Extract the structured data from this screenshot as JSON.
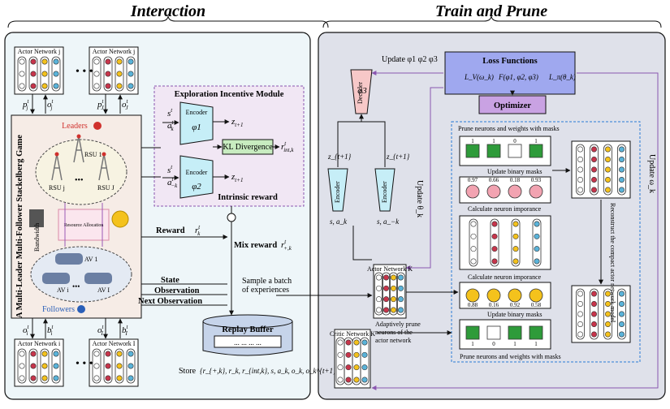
{
  "titles": {
    "interaction": "Interaction",
    "train_prune": "Train and Prune"
  },
  "left": {
    "actor_j": "Actor Network j",
    "actor_i": "Actor Network i",
    "actor_I": "Actor Network I",
    "pj": "p",
    "oj": "o",
    "bi": "b",
    "oi": "o",
    "game_title": "A Multi-Leader Multi-Follower Stackelberg Game",
    "leaders": "Leaders",
    "followers": "Followers",
    "rsu1": "RSU 1",
    "rsuj": "RSU j",
    "rsuJ": "RSU J",
    "av1": "AV 1",
    "avi": "AV i",
    "avI": "AV I",
    "res_alloc": "Resource Allocation",
    "bandwidth": "Bandwidth",
    "eim_title": "Exploration Incentive Module",
    "encoder": "Encoder",
    "phi1": "φ1",
    "phi2": "φ2",
    "kl": "KL Divergence",
    "intrinsic": "Intrinsic reward",
    "reward": "Reward",
    "mix_reward": "Mix reward",
    "state": "State",
    "observation": "Observation",
    "next_observation": "Next Observation",
    "sample_batch_1": "Sample a batch",
    "sample_batch_2": "of experiences",
    "replay_buffer": "Replay Buffer",
    "store": "Store",
    "dots": "...",
    "ellipsis": "• • •"
  },
  "right": {
    "update_phi": "Update φ1 φ2 φ3",
    "loss_functions": "Loss Functions",
    "lv": "L_V(ω_k)",
    "f": "F(φ1, φ2, φ3)",
    "lpi": "L_π(θ_k)",
    "optimizer": "Optimizer",
    "decoder": "Decoder",
    "phi3": "φ3",
    "encoder": "Encoder",
    "update_theta": "Update θ_k",
    "update_omega": "Update ω_k",
    "prune_header": "Prune neurons and weights with masks",
    "prune_footer": "Prune neurons and weights with masks",
    "update_masks": "Update binary masks",
    "calc_importance": "Calculate neuron imporance",
    "mask_top": [
      "1",
      "1",
      "0",
      "1"
    ],
    "imp_top": [
      "0.97",
      "0.66",
      "0.18",
      "0.93"
    ],
    "imp_bottom": [
      "0.88",
      "0.16",
      "0.92",
      "0.58"
    ],
    "mask_bottom": [
      "1",
      "0",
      "1",
      "1"
    ],
    "actor_K": "Actor Network K",
    "critic_K": "Critic Network K",
    "adaptive_prune": [
      "Adaptively prune",
      "neurons of the",
      "actor network"
    ],
    "reconstruct": "Reconstruct the compact actor network model"
  },
  "colors": {
    "left_panel": "#eef6f9",
    "right_panel": "#dfe1ea",
    "exploration": "#f1e7f4",
    "encoder_fill": "#c6eef7",
    "decoder_fill": "#f7c8c8",
    "loss_fill": "#9fa8ef",
    "optimizer_fill": "#c9a2e3",
    "kl_fill": "#c8ecc0",
    "green_mask": "#2e9b3a",
    "pink": "#f2a3b1",
    "yellow": "#f4c21c",
    "blue_node": "#5ab3d9",
    "red_node": "#c7354b",
    "arrow_purple": "#8a56b0"
  }
}
